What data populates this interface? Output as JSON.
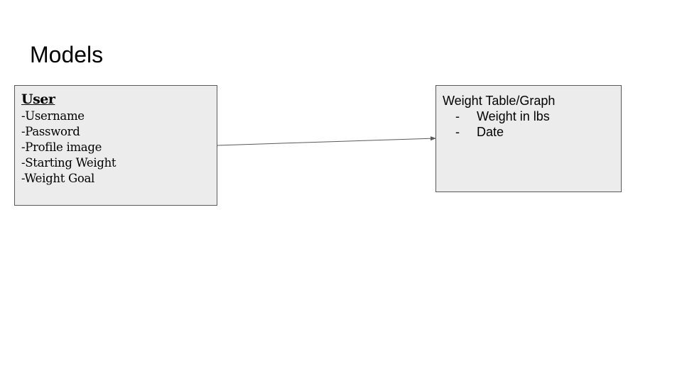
{
  "slide": {
    "title": "Models"
  },
  "user_model": {
    "heading": "User",
    "fields": [
      "-Username",
      "-Password",
      "-Profile image",
      "-Starting Weight",
      "-Weight Goal"
    ]
  },
  "weight_model": {
    "heading": "Weight Table/Graph",
    "bullet_marker": "-",
    "items": [
      "Weight in lbs",
      "Date"
    ]
  },
  "colors": {
    "box_fill": "#ececec",
    "box_border": "#595959",
    "connector": "#595959"
  }
}
